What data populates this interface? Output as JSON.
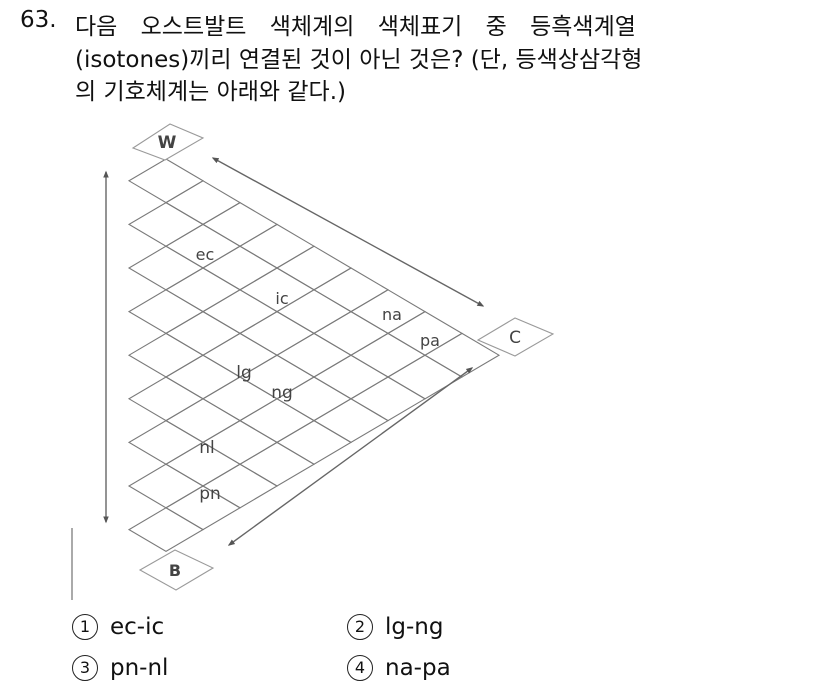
{
  "question": {
    "number": "63.",
    "line1": "다음 오스트발트 색체계의 색체표기 중 등흑색계열",
    "line2": "(isotones)끼리 연결된 것이 아닌 것은? (단, 등색상삼각형",
    "line3": "의 기호체계는 아래와 같다.)"
  },
  "figure": {
    "type": "ostwald-equal-hue-triangle",
    "vertices": {
      "white": "W",
      "full_color": "C",
      "black": "B"
    },
    "cell_labels": [
      "ec",
      "ic",
      "na",
      "pa",
      "lg",
      "ng",
      "nl",
      "pn"
    ],
    "line_color": "#7a7a7a",
    "label_color": "#444444"
  },
  "options": [
    {
      "marker": "①",
      "number": "1",
      "text": "ec-ic"
    },
    {
      "marker": "②",
      "number": "2",
      "text": "lg-ng"
    },
    {
      "marker": "③",
      "number": "3",
      "text": "pn-nl"
    },
    {
      "marker": "④",
      "number": "4",
      "text": "na-pa"
    }
  ]
}
